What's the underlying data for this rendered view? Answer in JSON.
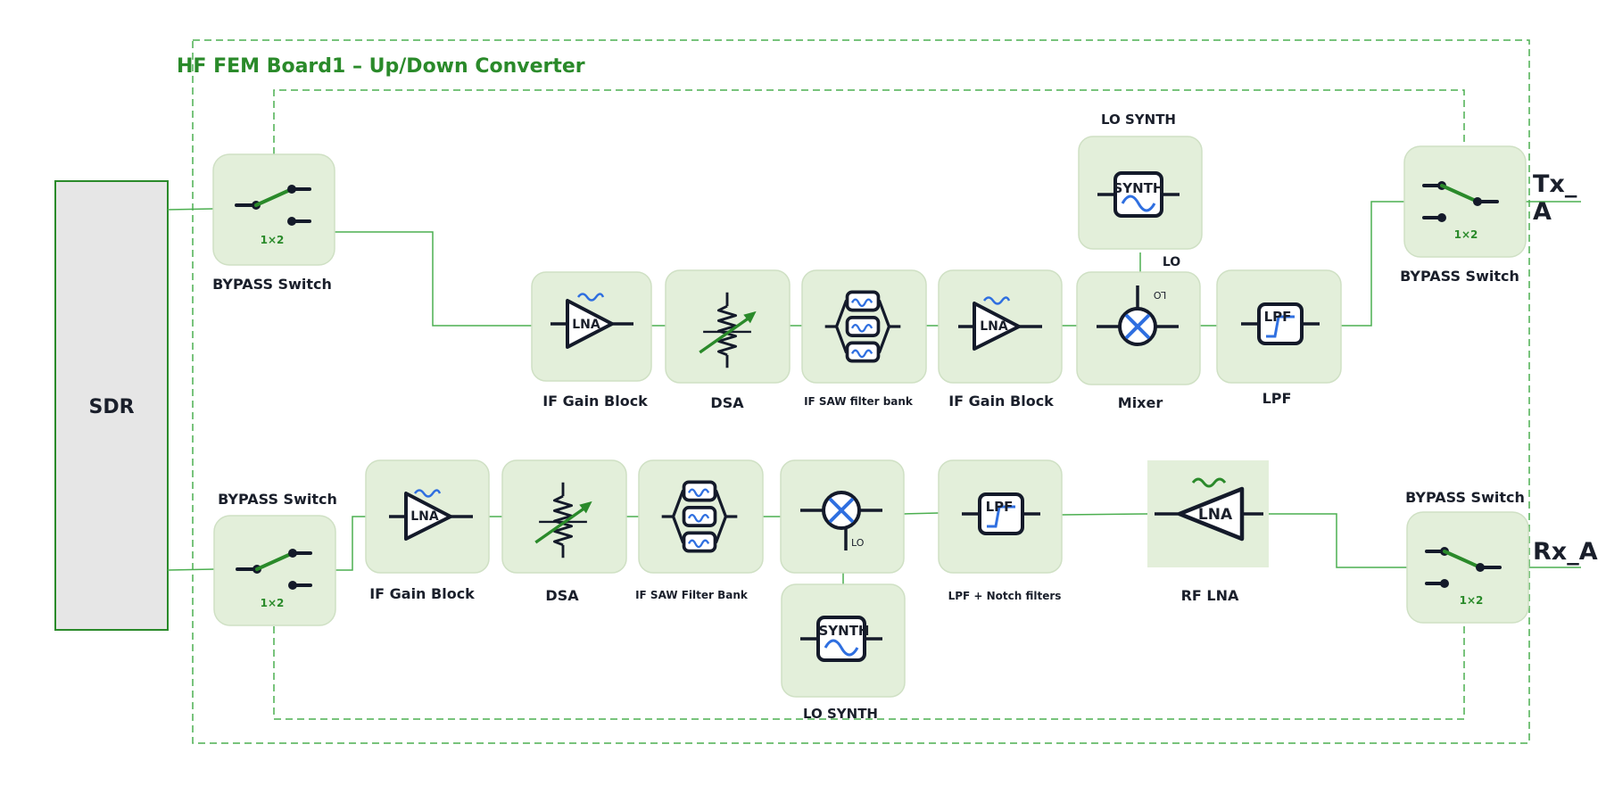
{
  "title": "HF FEM Board1 – Up/Down Converter",
  "sdr": {
    "label": "SDR"
  },
  "switch_config": "1×2",
  "tx_chain": {
    "bypass_in": {
      "label": "BYPASS Switch"
    },
    "if_gain": {
      "label": "IF Gain Block",
      "symbol": "LNA"
    },
    "dsa": {
      "label": "DSA"
    },
    "saw": {
      "label": "IF SAW filter bank"
    },
    "if_gain2": {
      "label": "IF Gain Block",
      "symbol": "LNA"
    },
    "mixer": {
      "label": "Mixer",
      "lo_tag": "LO"
    },
    "lpf": {
      "label": "LPF",
      "symbol": "LPF"
    },
    "lo_synth": {
      "label": "LO SYNTH",
      "symbol": "SYNTH",
      "lo_label": "LO"
    },
    "bypass_out": {
      "label": "BYPASS Switch"
    },
    "port": {
      "label": "Tx_A"
    }
  },
  "rx_chain": {
    "bypass_in": {
      "label": "BYPASS Switch"
    },
    "if_gain": {
      "label": "IF Gain Block",
      "symbol": "LNA"
    },
    "dsa": {
      "label": "DSA"
    },
    "saw": {
      "label": "IF SAW Filter Bank"
    },
    "mixer": {
      "lo_tag": "LO"
    },
    "lo_synth": {
      "label": "LO SYNTH",
      "symbol": "SYNTH"
    },
    "lpf": {
      "label": "LPF + Notch filters",
      "symbol": "LPF"
    },
    "rf_lna": {
      "label": "RF LNA",
      "symbol": "LNA"
    },
    "bypass_out": {
      "label": "BYPASS Switch"
    },
    "port": {
      "label": "Rx_A"
    }
  },
  "colors": {
    "accent_green": "#2a8a2a",
    "block_fill": "#e3efda",
    "wire": "#4caf50",
    "symbol_blue": "#2f6fe0",
    "dark": "#141a2a"
  }
}
